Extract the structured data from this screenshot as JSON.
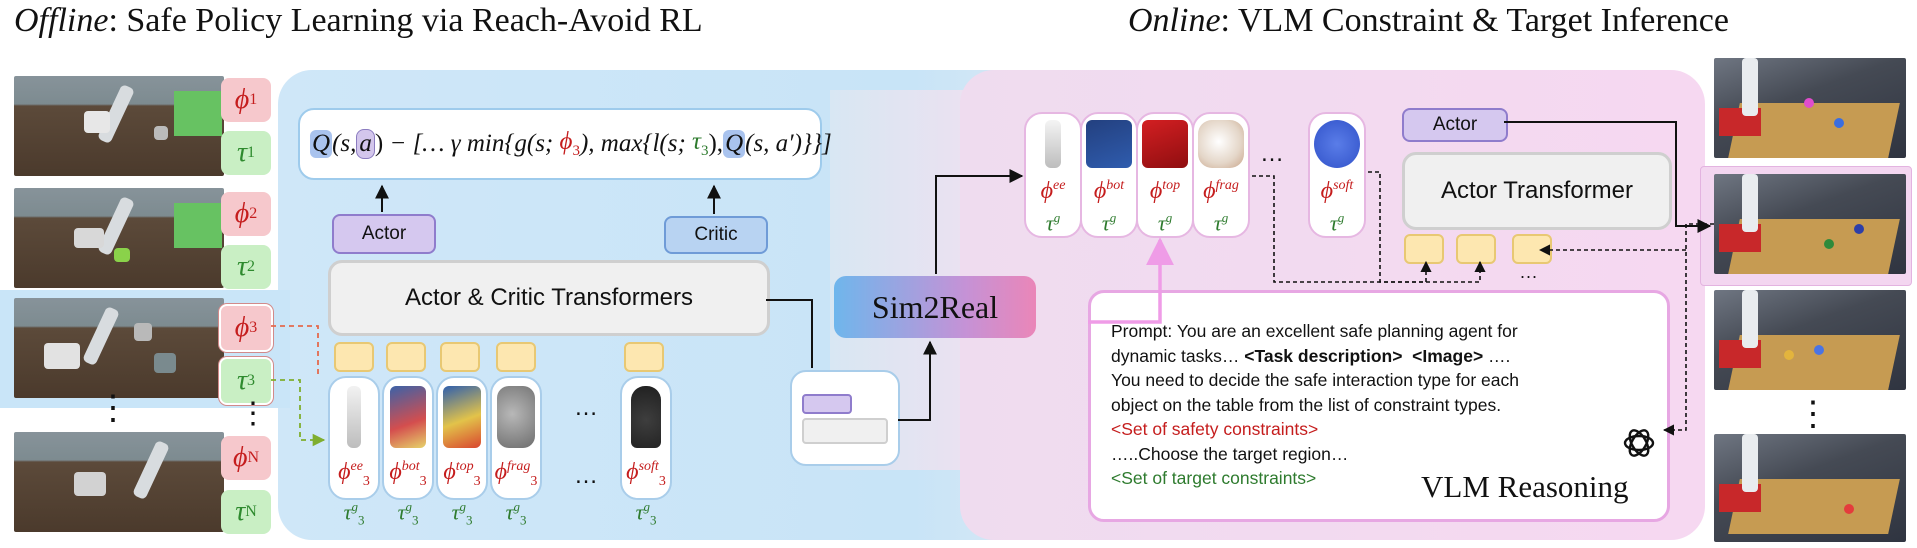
{
  "titles": {
    "offline_em": "Offline",
    "offline_rest": ": Safe Policy Learning via Reach-Avoid RL",
    "online_em": "Online",
    "online_rest": ": VLM Constraint & Target Inference"
  },
  "left_column": {
    "rows": [
      {
        "phi": "ϕ",
        "phi_sub": "1",
        "tau": "τ",
        "tau_sub": "1"
      },
      {
        "phi": "ϕ",
        "phi_sub": "2",
        "tau": "τ",
        "tau_sub": "2"
      },
      {
        "phi": "ϕ",
        "phi_sub": "3",
        "tau": "τ",
        "tau_sub": "3"
      },
      {
        "phi": "ϕ",
        "phi_sub": "N",
        "tau": "τ",
        "tau_sub": "N"
      }
    ],
    "vdots": "⋮"
  },
  "equation": {
    "q": "Q",
    "s_open": "(s,",
    "a": "a",
    "close": ")",
    "middle": " − [… γ min{g(s; ",
    "phi3": "ϕ",
    "phi3_sub": "3",
    "middle2": "), max{l(s; ",
    "tau3": "τ",
    "tau3_sub": "3",
    "middle3": "),",
    "q2": "Q",
    "end": "(s, a′)}}]"
  },
  "labels": {
    "actor": "Actor",
    "critic": "Critic",
    "actor_critic": "Actor & Critic Transformers",
    "sim2real": "Sim2Real",
    "actor_right": "Actor",
    "actor_transformer": "Actor Transformer",
    "vlm_reasoning": "VLM Reasoning",
    "ellipsis": "…",
    "ellipsis_small": "..."
  },
  "offline_cards": [
    {
      "sup": "ee"
    },
    {
      "sup": "bot"
    },
    {
      "sup": "top"
    },
    {
      "sup": "frag"
    },
    {
      "sup": "soft"
    }
  ],
  "online_cards": [
    {
      "sup": "ee"
    },
    {
      "sup": "bot"
    },
    {
      "sup": "top"
    },
    {
      "sup": "frag"
    },
    {
      "sup": "soft"
    }
  ],
  "symbols": {
    "phi": "ϕ",
    "tau": "τ",
    "g": "g",
    "three": "3"
  },
  "prompt": {
    "line1": "Prompt: You are an excellent safe planning agent for",
    "line2_a": "dynamic tasks… ",
    "line2_b": "<Task description>  <Image>",
    "line2_c": " ….",
    "line3": "You need to decide the safe interaction type for each",
    "line4": "object on the table from the list of constraint types.",
    "line5": "<Set of safety constraints>",
    "line6": "…..Choose the target region…",
    "line7": "<Set of target constraints>"
  },
  "colors": {
    "phi_red": "#c51d1d",
    "tau_green": "#2e7b2e",
    "offline_bg": "#cfe7f8",
    "online_bg": "#f6d8f1"
  }
}
